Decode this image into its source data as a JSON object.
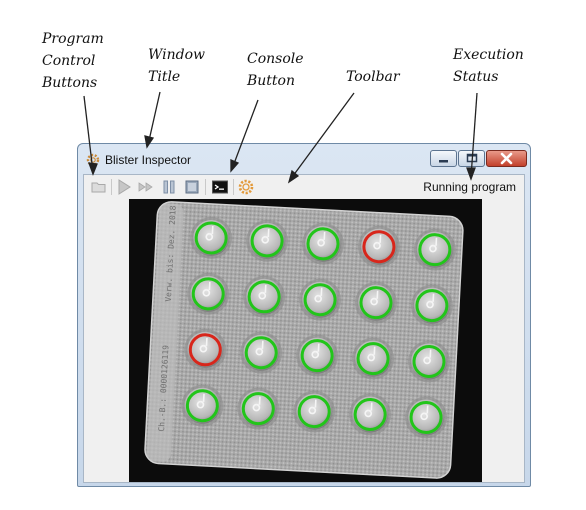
{
  "annotations": {
    "program_control": [
      "Program",
      "Control",
      "Buttons"
    ],
    "window_title": [
      "Window",
      "Title"
    ],
    "console_button": [
      "Console",
      "Button"
    ],
    "toolbar": [
      "Toolbar"
    ],
    "execution_status": [
      "Execution",
      "Status"
    ]
  },
  "window": {
    "title": "Blister Inspector",
    "status": "Running program"
  },
  "toolbar_icons": [
    "folder-icon",
    "play-icon",
    "fast-forward-icon",
    "pause-icon",
    "stop-icon",
    "console-icon",
    "gear-icon"
  ],
  "blister": {
    "rows": 4,
    "cols": 5,
    "results": [
      [
        "ok",
        "ok",
        "ok",
        "fail",
        "ok"
      ],
      [
        "ok",
        "ok",
        "ok",
        "ok",
        "ok"
      ],
      [
        "fail",
        "ok",
        "ok",
        "ok",
        "ok"
      ],
      [
        "ok",
        "ok",
        "ok",
        "ok",
        "ok"
      ]
    ],
    "colors": {
      "ok": "#22c51a",
      "fail": "#d8261b"
    },
    "side_text": [
      "Verw. bis: Dez. 2018",
      "Ch.-B.: 0000126119"
    ]
  }
}
